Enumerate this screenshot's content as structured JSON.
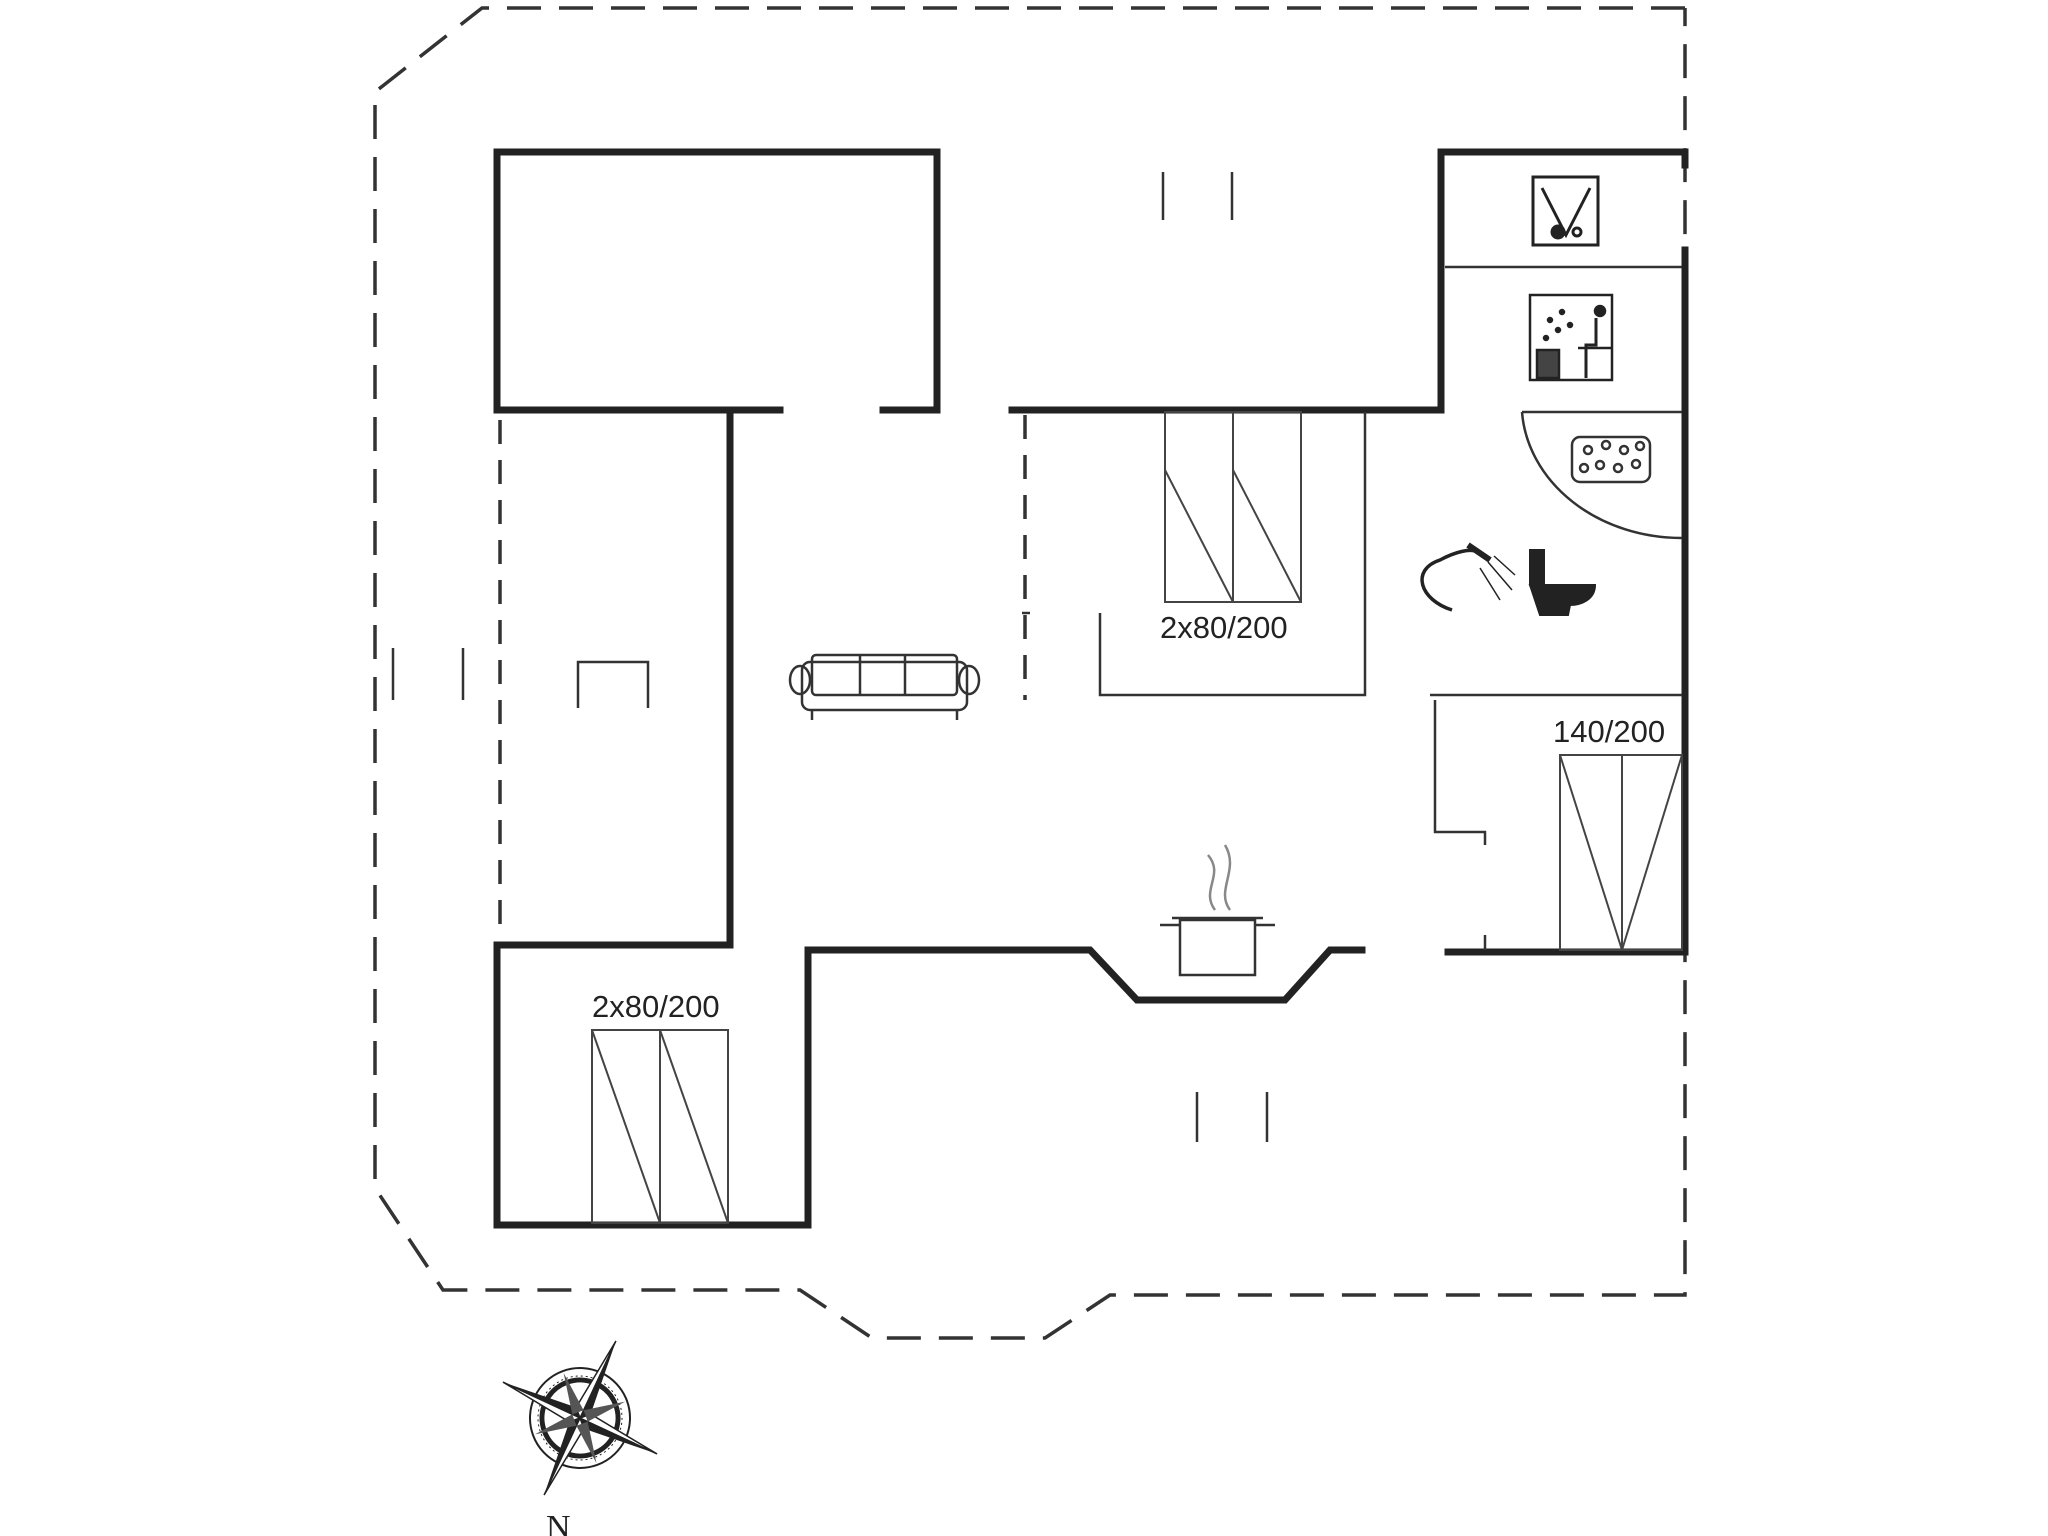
{
  "plan": {
    "beds": {
      "center_bedroom": "2x80/200",
      "right_bedroom": "140/200",
      "bottom_left_bedroom": "2x80/200"
    },
    "compass_letter": "N",
    "icons": [
      "sofa-icon",
      "cooking-pot-icon",
      "shower-icon",
      "toilet-icon",
      "sauna-icon",
      "spa-bath-icon",
      "washing-machine-icon",
      "compass-rose-icon"
    ]
  }
}
